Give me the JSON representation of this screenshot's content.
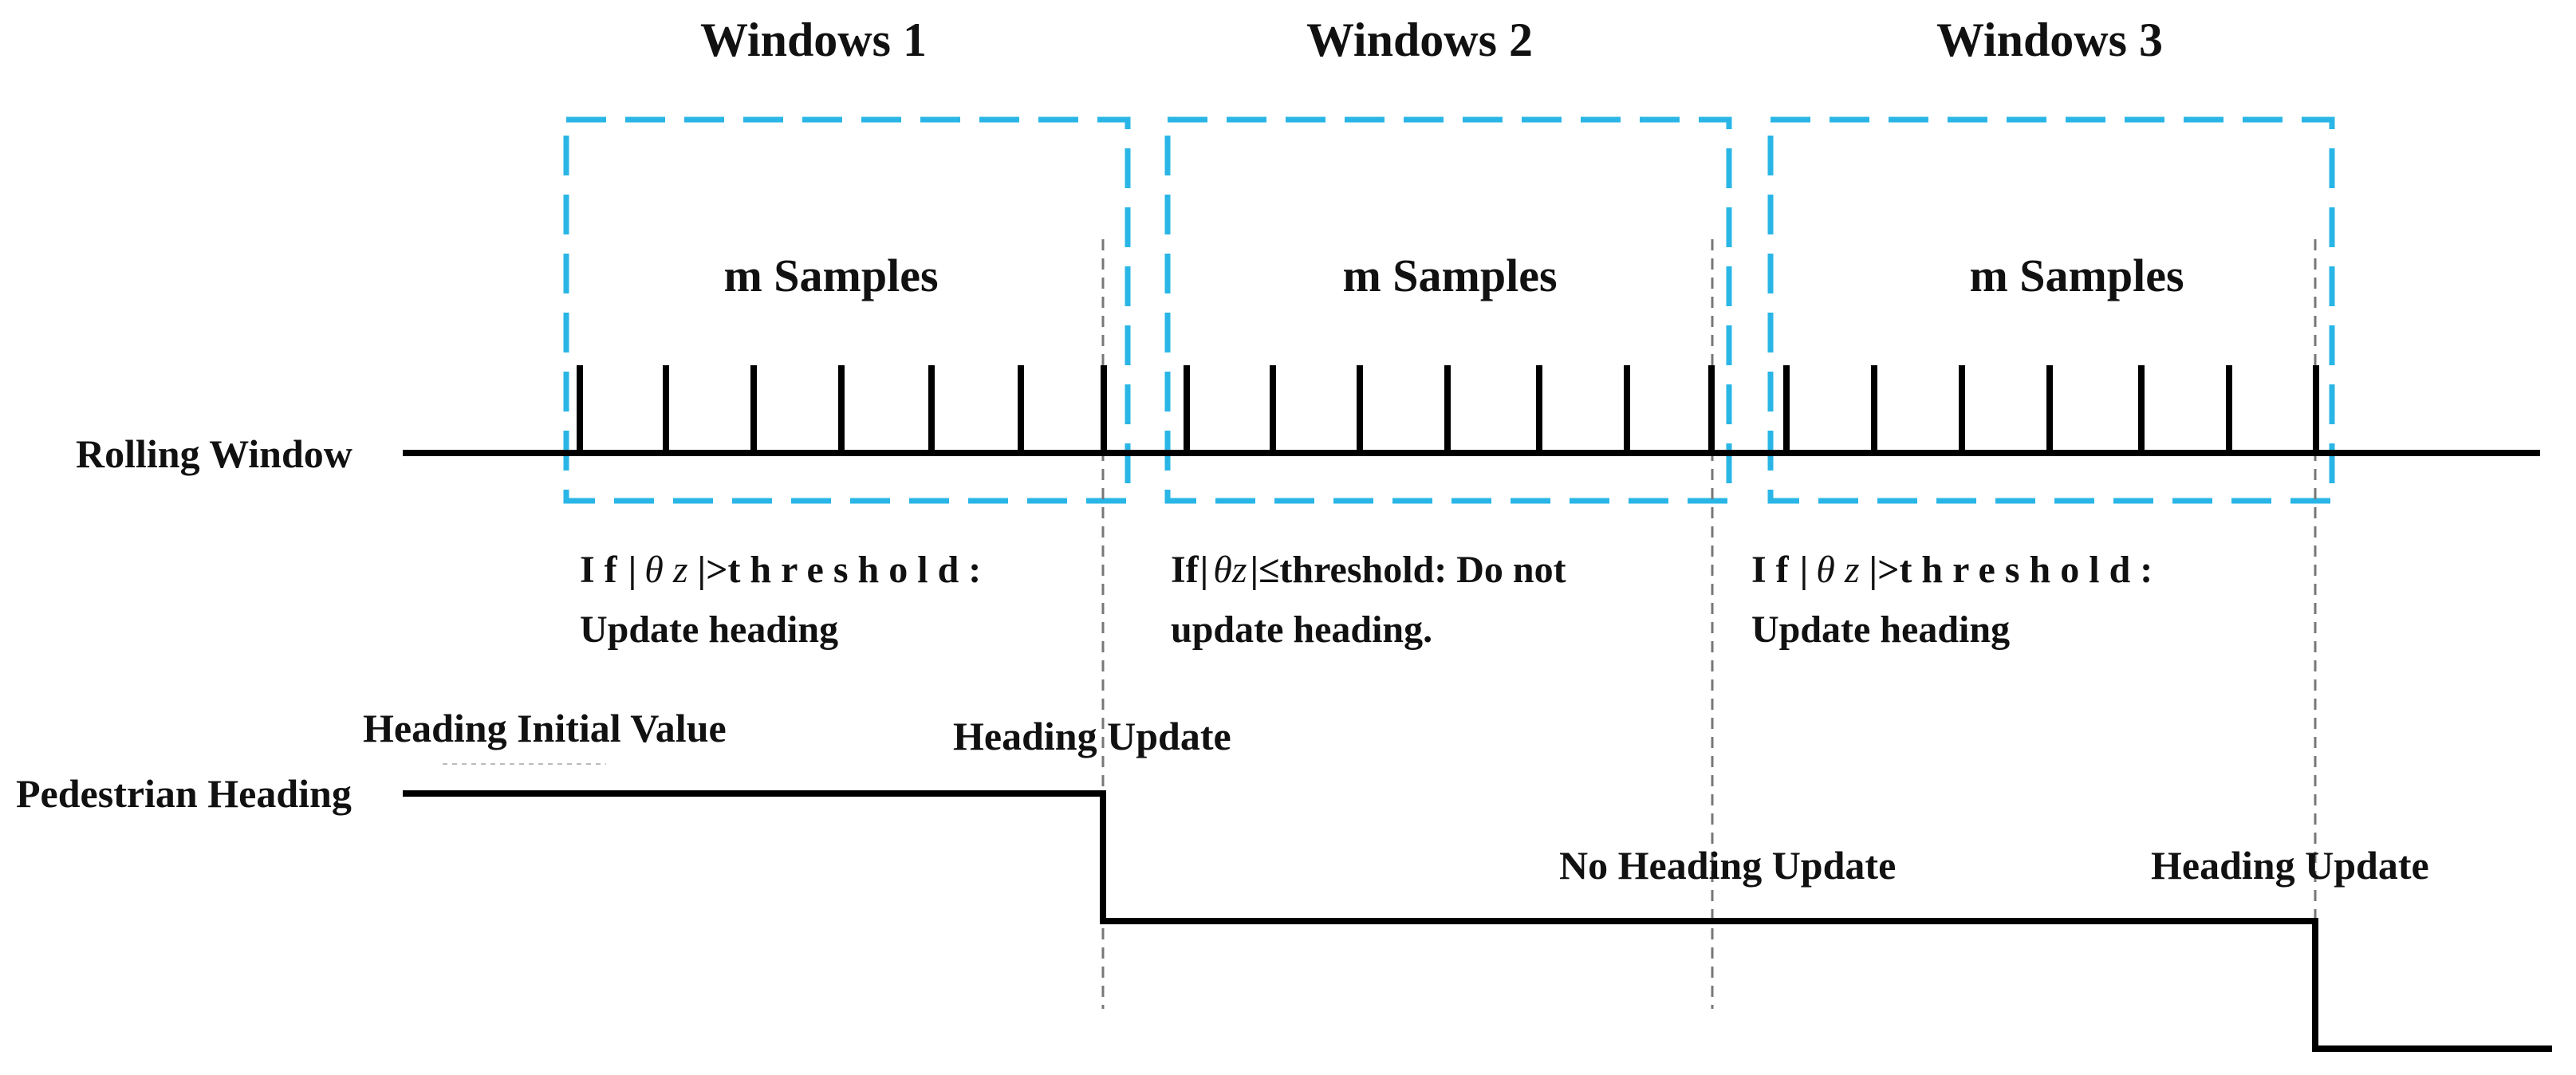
{
  "windows": [
    {
      "title": "Windows 1",
      "samples_label": "m Samples",
      "condition_line1_parts": [
        "I f",
        "|",
        "θ z",
        " |>t h r e s h o l d :"
      ],
      "condition_line2": "Update heading"
    },
    {
      "title": "Windows 2",
      "samples_label": "m Samples",
      "condition_line1_parts": [
        "If",
        "|",
        "θz",
        "|≤threshold:  Do  not"
      ],
      "condition_line2": "update heading."
    },
    {
      "title": "Windows 3",
      "samples_label": "m Samples",
      "condition_line1_parts": [
        "I f",
        "|",
        "θ z",
        " |>t h r e s h o l d :"
      ],
      "condition_line2": "Update heading"
    }
  ],
  "rows": {
    "rolling_window": "Rolling Window",
    "pedestrian_heading": "Pedestrian Heading"
  },
  "annotations": {
    "initial_value": "Heading Initial Value",
    "update_1": "Heading Update",
    "no_update": "No Heading Update",
    "update_3": "Heading Update"
  },
  "colors": {
    "window_border": "#29B6E6",
    "line": "#000000",
    "guide": "#777777"
  }
}
